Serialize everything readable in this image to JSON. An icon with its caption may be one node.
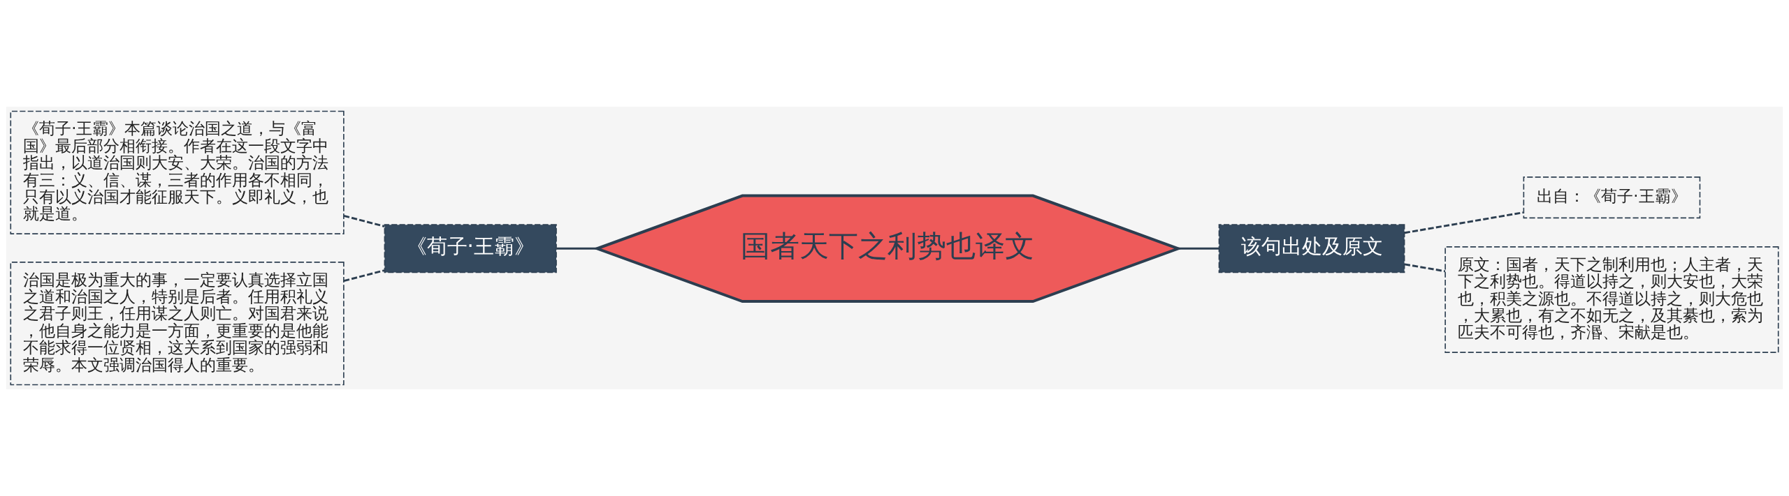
{
  "diagram": {
    "nodes": [
      {
        "text": [
          "国者天下之利势也译文"
        ]
      },
      {
        "text": [
          "《荀子·王霸》"
        ]
      },
      {
        "text": [
          "《荀子·王霸》本篇谈论治国之道，与《富国》最后部分相衔接。作者在这一段文字中指出，以道治国则大安、大荣。治国的方法有三：义、信、谋，三者的作用各不相同，只有以义治国才能征服天下。义即礼义，也就是道。"
        ]
      },
      {
        "text": [
          "治国是极为重大的事，一定要认真选择立国之道和治国之人，特别是后者。任用积礼义之君子则王，任用谋之人则亡。对国君来说，他自身之能力是一方面，更重要的是他能不能求得一位贤相，这关系到国家的强弱和荣辱。本文强调治国得人的重要。"
        ]
      },
      {
        "text": [
          "该句出处及原文"
        ]
      },
      {
        "text": [
          "出自：《荀子·王霸》"
        ]
      },
      {
        "text": [
          "原文：国者，天下之制利用也；人主者，天下之利势也。得道以持之，则大安也，大荣也，积美之源也。不得道以持之，则大危也，大累也，有之不如无之，及其綦也，索为匹夫不可得也，齐湣、宋献是也。"
        ]
      }
    ],
    "edges": [
      {
        "from": 0,
        "to": 1,
        "arrow": "none"
      },
      {
        "from": 1,
        "to": 2,
        "arrow": "none",
        "style": "dashed"
      },
      {
        "from": 1,
        "to": 3,
        "arrow": "none",
        "style": "dashed"
      },
      {
        "from": 0,
        "to": 4,
        "arrow": "none"
      },
      {
        "from": 4,
        "to": 5,
        "arrow": "none",
        "style": "dashed"
      },
      {
        "from": 4,
        "to": 6,
        "arrow": "none",
        "style": "dashed"
      }
    ]
  }
}
